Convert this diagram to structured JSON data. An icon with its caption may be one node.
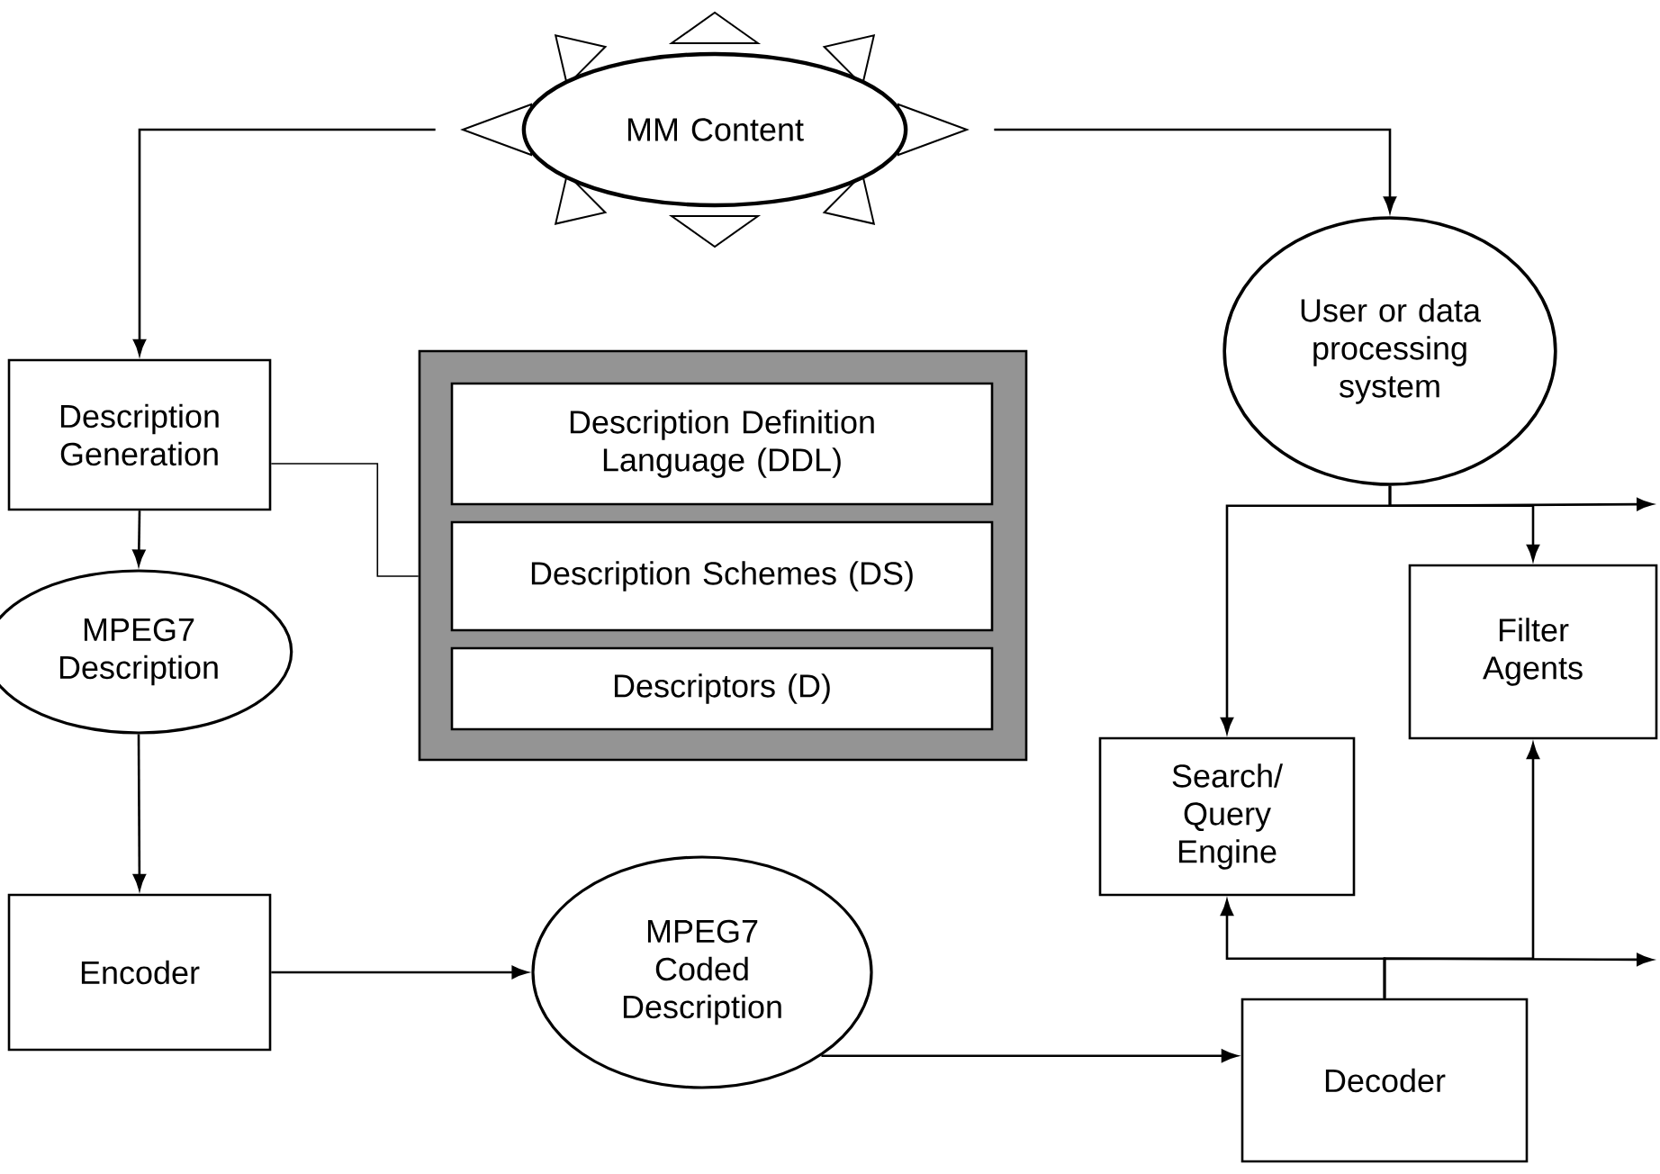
{
  "diagram": {
    "nodes": [
      {
        "text": [
          "MM Content"
        ]
      },
      {
        "text": [
          "User or data processing system"
        ]
      },
      {
        "text": [
          "Description Generation"
        ]
      },
      {
        "text": [],
        "shape": "box"
      },
      {
        "text": [
          "Description Definition Language (DDL)"
        ],
        "in": 3
      },
      {
        "text": [
          "Description Schemes (DS)"
        ],
        "in": 3
      },
      {
        "text": [
          "Descriptors (D)"
        ],
        "in": 3
      },
      {
        "text": [
          "MPEG7 Description"
        ]
      },
      {
        "text": [
          "Search/ Query Engine"
        ]
      },
      {
        "text": [
          "Filter Agents"
        ]
      },
      {
        "text": [
          "Encoder"
        ]
      },
      {
        "text": [
          "MPEG7 Coded Description"
        ]
      },
      {
        "text": [
          "Decoder"
        ]
      }
    ],
    "edges": [
      {
        "from": 0,
        "to": 2,
        "arrow": "to"
      },
      {
        "from": 0,
        "to": 1,
        "arrow": "to"
      },
      {
        "from": 2,
        "to": 5,
        "arrow": "none"
      },
      {
        "from": 2,
        "to": 7,
        "arrow": "to"
      },
      {
        "from": 7,
        "to": 10,
        "arrow": "to"
      },
      {
        "from": 10,
        "to": 11,
        "arrow": "to"
      },
      {
        "from": 11,
        "to": 12,
        "arrow": "to"
      },
      {
        "from": 1,
        "to": 8,
        "arrow": "to"
      },
      {
        "from": 1,
        "to": 9,
        "arrow": "to"
      },
      {
        "from": 1,
        "to": null,
        "arrow": "to"
      },
      {
        "from": 12,
        "to": 8,
        "arrow": "to"
      },
      {
        "from": 12,
        "to": 9,
        "arrow": "to"
      },
      {
        "from": 12,
        "to": null,
        "arrow": "to"
      }
    ]
  }
}
